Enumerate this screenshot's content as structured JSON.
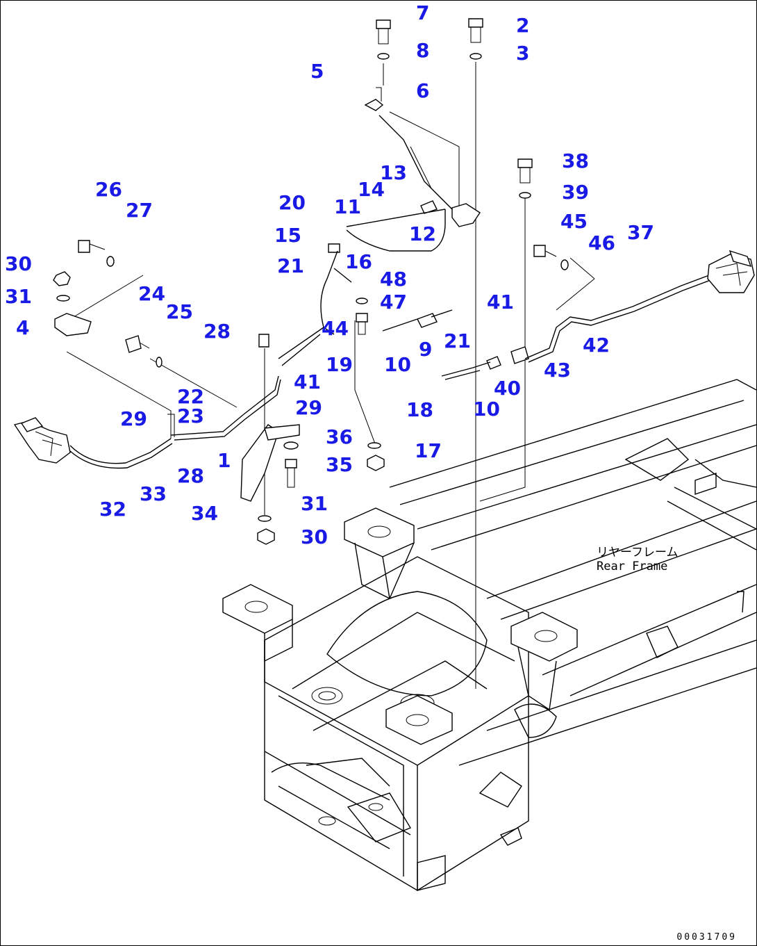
{
  "callouts": [
    "7",
    "8",
    "2",
    "3",
    "5",
    "6",
    "38",
    "39",
    "13",
    "14",
    "12",
    "11",
    "20",
    "15",
    "16",
    "45",
    "46",
    "37",
    "26",
    "27",
    "21",
    "48",
    "47",
    "41",
    "30",
    "31",
    "4",
    "24",
    "25",
    "44",
    "21",
    "10",
    "9",
    "42",
    "43",
    "28",
    "19",
    "41",
    "10",
    "40",
    "10",
    "22",
    "23",
    "29",
    "29",
    "18",
    "17",
    "36",
    "35",
    "1",
    "28",
    "33",
    "32",
    "34",
    "31",
    "30"
  ],
  "frame_label": {
    "japanese": "リヤーフレーム",
    "english": "Rear Frame"
  },
  "reference_code": "00031709"
}
